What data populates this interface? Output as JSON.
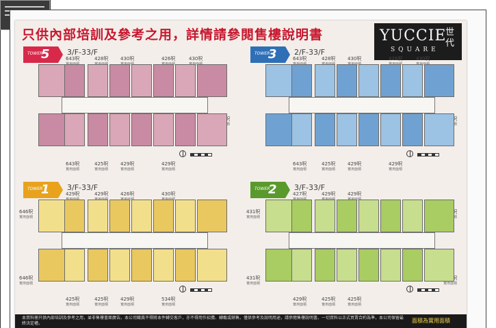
{
  "header": {
    "title": "只供內部培訓及參考之用，詳情請參閱售樓說明書",
    "title_color": "#c8172e",
    "logo": {
      "name": "YUCCIE",
      "sub": "SQUARE",
      "cn": "世代"
    }
  },
  "panels": [
    {
      "id": "tower5",
      "tower_label": "TOWER",
      "tower_num": "5",
      "floors": "3/F-33/F",
      "badge_color": "#d8294a",
      "unit_color": "#d9a7b8",
      "unit_color_alt": "#c98aa3",
      "areas_top": [
        "643呎",
        "428呎",
        "430呎",
        "426呎",
        "430呎"
      ],
      "areas_bottom": [
        "643呎",
        "425呎",
        "429呎",
        "429呎"
      ],
      "areas_side": [
        "645呎"
      ],
      "area_sub": "實用面積"
    },
    {
      "id": "tower3",
      "tower_label": "TOWER",
      "tower_num": "3",
      "floors": "2/F-33/F",
      "badge_color": "#2f6fb6",
      "unit_color": "#9cc2e4",
      "unit_color_alt": "#6fa2d2",
      "areas_top": [
        "643呎",
        "428呎",
        "430呎",
        "426呎",
        "430呎"
      ],
      "areas_bottom": [
        "643呎",
        "425呎",
        "429呎",
        "429呎"
      ],
      "areas_side": [
        "645呎"
      ],
      "area_sub": "實用面積"
    },
    {
      "id": "tower1",
      "tower_label": "TOWER",
      "tower_num": "1",
      "floors": "3/F-33/F",
      "badge_color": "#e8a21c",
      "unit_color": "#f2df8c",
      "unit_color_alt": "#e9c860",
      "areas_top": [
        "429呎",
        "429呎",
        "426呎",
        "430呎"
      ],
      "areas_bottom": [
        "425呎",
        "425呎",
        "429呎",
        "534呎"
      ],
      "areas_side": [
        "646呎",
        "646呎"
      ],
      "area_sub": "實用面積"
    },
    {
      "id": "tower2",
      "tower_label": "TOWER",
      "tower_num": "2",
      "floors": "3/F-33/F",
      "badge_color": "#5a9a2c",
      "unit_color": "#c7de8e",
      "unit_color_alt": "#a9cc63",
      "areas_top": [
        "427呎",
        "429呎",
        "429呎"
      ],
      "areas_bottom": [
        "429呎",
        "425呎",
        "425呎"
      ],
      "areas_side": [
        "431呎",
        "431呎",
        "648呎",
        "648呎"
      ],
      "area_sub": "實用面積"
    }
  ],
  "footer": {
    "text": "本資料冊只供內部培訓及參考之用，並非售樓書面廣告。本公司職員不得將本件轉交客戶，亦不得用作招攬、轉載或銷售。僅供參考及說明用途，請參閱售樓說明書。一切資料以正式買賣合約為準，本公司保留最終決定權。",
    "tag": "面積為實用面積"
  }
}
